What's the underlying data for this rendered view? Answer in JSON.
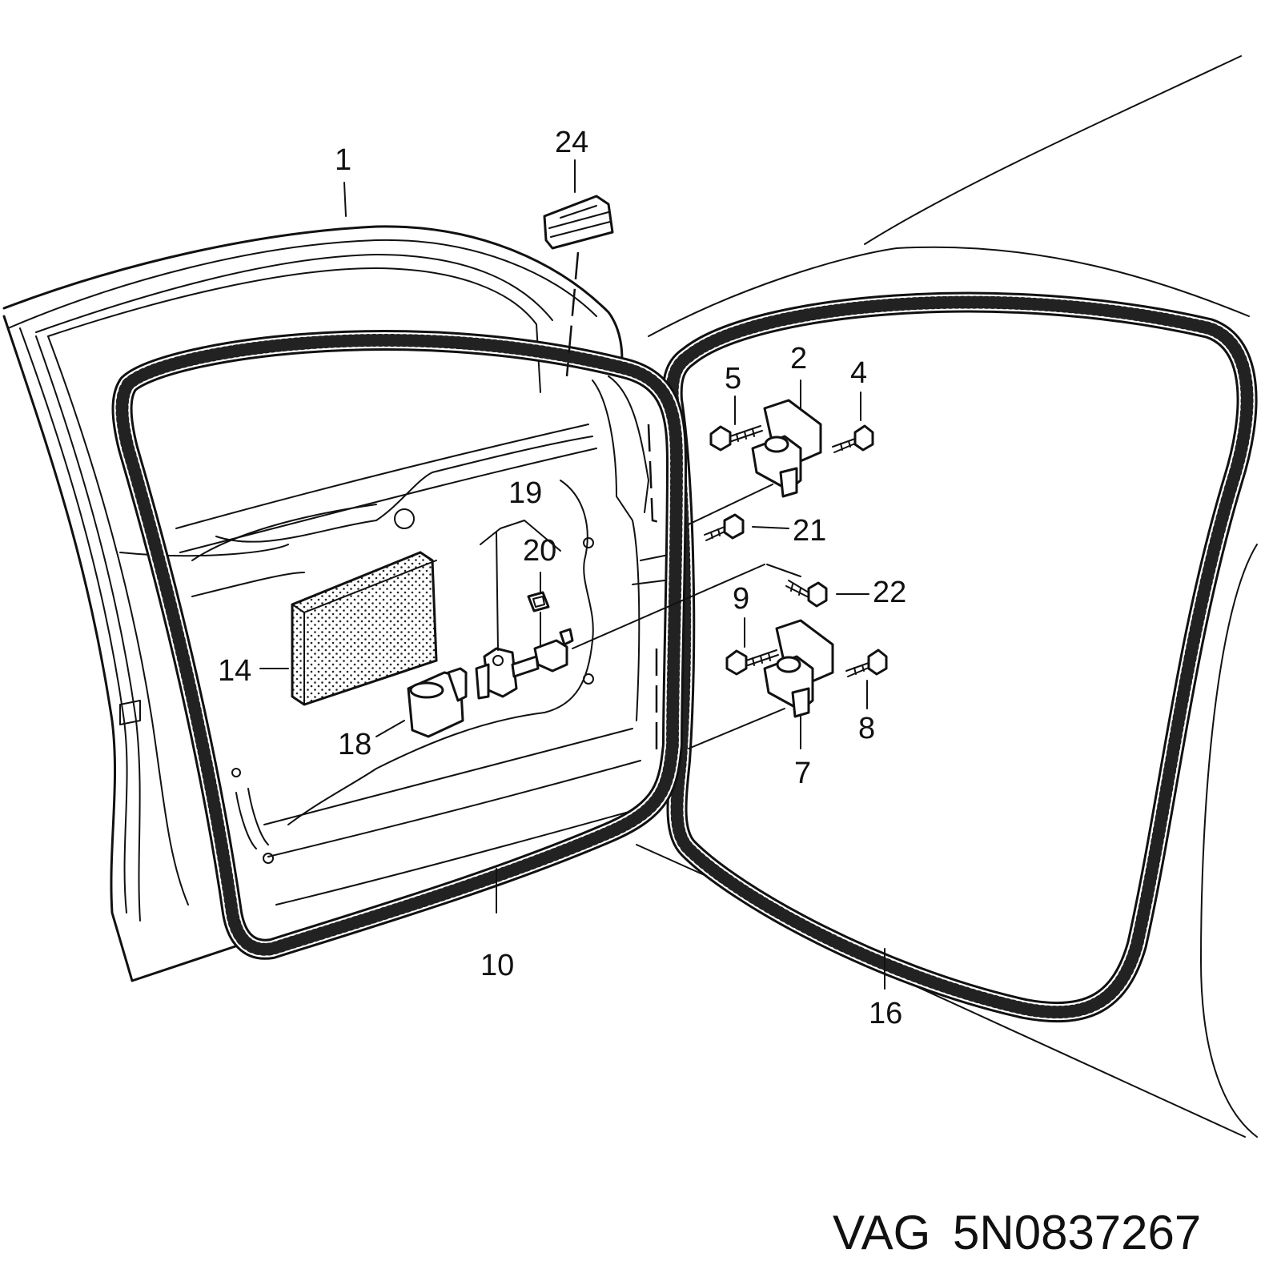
{
  "callouts": {
    "c1": "1",
    "c2": "2",
    "c4": "4",
    "c5": "5",
    "c7": "7",
    "c8": "8",
    "c9": "9",
    "c10": "10",
    "c14": "14",
    "c16": "16",
    "c18": "18",
    "c19": "19",
    "c20": "20",
    "c21": "21",
    "c22": "22",
    "c24": "24"
  },
  "caption": {
    "brand": "VAG",
    "part_number": "5N0837267"
  }
}
